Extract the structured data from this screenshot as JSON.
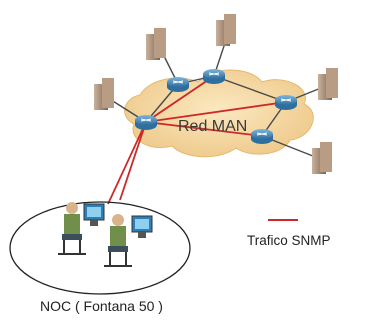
{
  "diagram": {
    "cloud_label": "Red MAN",
    "legend_label": "Trafico SNMP",
    "noc_label": "NOC ( Fontana 50 )",
    "colors": {
      "snmp_link": "#cc2a2a",
      "backbone_link": "#555555",
      "cloud": "#f3d9a6",
      "router": "#3f87bd",
      "server": "#a58a73"
    }
  }
}
